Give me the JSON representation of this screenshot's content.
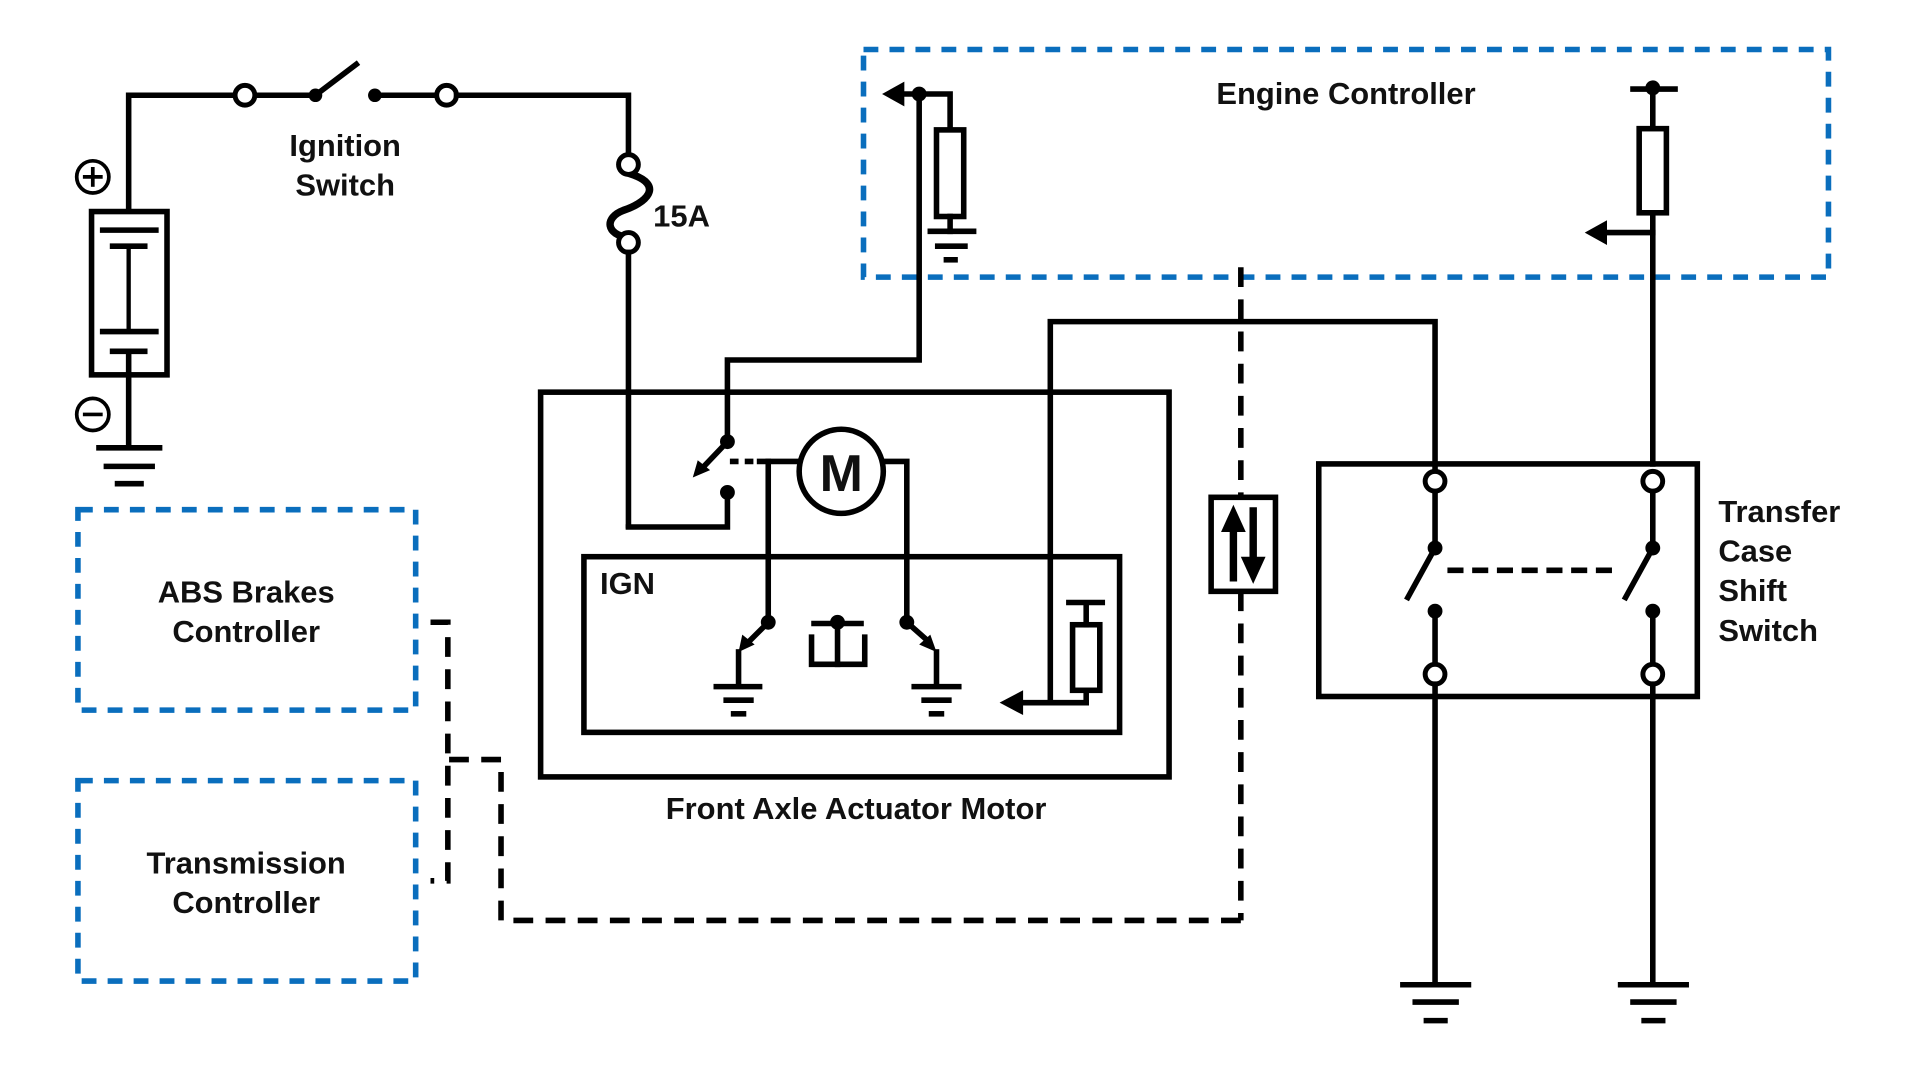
{
  "diagram": {
    "title": "Front Axle Actuator Circuit",
    "colors": {
      "wire": "#000000",
      "controller_boundary": "#0a6ebd",
      "background": "#ffffff"
    },
    "labels": {
      "ignition_switch": [
        "Ignition",
        "Switch"
      ],
      "fuse_rating": "15A",
      "engine_controller": "Engine Controller",
      "abs_controller": [
        "ABS Brakes",
        "Controller"
      ],
      "transmission_controller": [
        "Transmission",
        "Controller"
      ],
      "front_axle_actuator": "Front Axle Actuator Motor",
      "ign_module": "IGN",
      "motor": "M",
      "transfer_case_switch": [
        "Transfer",
        "Case",
        "Shift",
        "Switch"
      ],
      "battery_positive": "+",
      "battery_negative": "−"
    },
    "components": [
      {
        "id": "battery",
        "type": "battery"
      },
      {
        "id": "ignition-switch",
        "type": "switch",
        "state": "open"
      },
      {
        "id": "fuse",
        "type": "fuse",
        "rating": "15A"
      },
      {
        "id": "engine-controller",
        "type": "controller-module"
      },
      {
        "id": "abs-controller",
        "type": "controller-module"
      },
      {
        "id": "transmission-controller",
        "type": "controller-module"
      },
      {
        "id": "front-axle-actuator-motor",
        "type": "motor-assembly"
      },
      {
        "id": "data-bus-transceiver",
        "type": "bidirectional-communication"
      },
      {
        "id": "transfer-case-shift-switch",
        "type": "double-pole-switch"
      }
    ]
  }
}
